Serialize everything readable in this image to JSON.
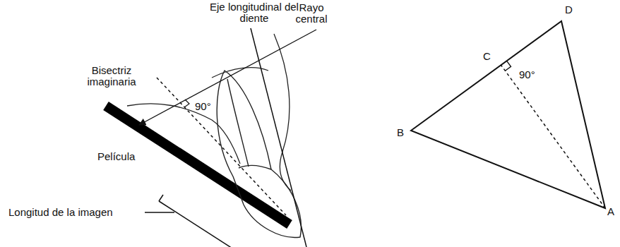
{
  "diagram": {
    "labels": [
      "Eje longitudinal del diente",
      "Rayo central",
      "Bisectriz imaginaria",
      "90°",
      "Película",
      "Longitud de la imagen",
      "D",
      "C",
      "90°",
      "B",
      "A"
    ]
  }
}
